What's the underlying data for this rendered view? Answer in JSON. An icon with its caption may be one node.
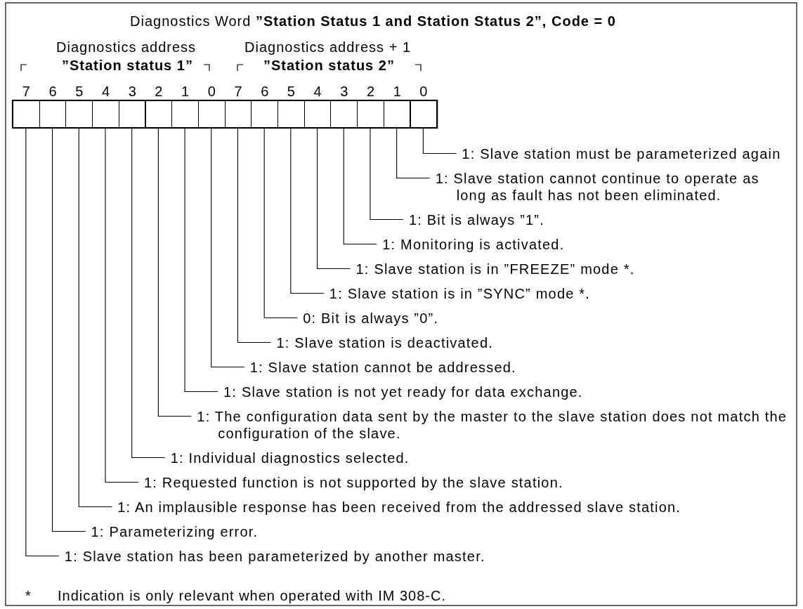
{
  "diagram": {
    "title": "Diagnostics Word **”Station Status 1 and Station Status 2”, Code = 0**",
    "nodes": [
      {
        "text": [],
        "shape": "box"
      },
      {
        "text": [],
        "shape": "box"
      },
      {
        "text": [],
        "shape": "box"
      },
      {
        "text": [],
        "shape": "box"
      },
      {
        "text": [],
        "shape": "box"
      },
      {
        "text": [],
        "shape": "box"
      },
      {
        "text": [],
        "shape": "box"
      },
      {
        "text": [],
        "shape": "box"
      },
      {
        "text": [],
        "shape": "box"
      },
      {
        "text": [],
        "shape": "box"
      },
      {
        "text": [],
        "shape": "box"
      },
      {
        "text": [],
        "shape": "box"
      },
      {
        "text": [],
        "shape": "box"
      },
      {
        "text": [],
        "shape": "box"
      },
      {
        "text": [],
        "shape": "box"
      },
      {
        "text": [],
        "shape": "box"
      },
      {
        "text": [
          "1: Slave station must be parameterized again"
        ]
      },
      {
        "text": [
          "1: Slave station cannot continue to operate as long as fault has not been eliminated."
        ]
      },
      {
        "text": [
          "1: Bit is always ”1”."
        ]
      },
      {
        "text": [
          "1: Monitoring is activated."
        ]
      },
      {
        "text": [
          "1: Slave station is in ”FREEZE” mode *."
        ]
      },
      {
        "text": [
          "1: Slave station is in ”SYNC” mode *."
        ]
      },
      {
        "text": [
          "0: Bit is always ”0”."
        ]
      },
      {
        "text": [
          "1: Slave station is deactivated."
        ]
      },
      {
        "text": [
          "1: Slave station cannot be addressed."
        ]
      },
      {
        "text": [
          "1: Slave station is not yet ready for data exchange."
        ]
      },
      {
        "text": [
          "1: The configuration data sent by the master to the slave station does not match the configuration of the slave."
        ]
      },
      {
        "text": [
          "1: Individual diagnostics selected."
        ]
      },
      {
        "text": [
          "1: Requested function is not supported by the slave station."
        ]
      },
      {
        "text": [
          "1: An implausible response has been received from the addressed slave station."
        ]
      },
      {
        "text": [
          "1: Parameterizing error."
        ]
      },
      {
        "text": [
          "1: Slave station has been parameterized by another master."
        ]
      }
    ],
    "edges": [
      {
        "from": 16,
        "to": 15,
        "arrow": "none"
      },
      {
        "from": 17,
        "to": 14,
        "arrow": "none"
      },
      {
        "from": 18,
        "to": 13,
        "arrow": "none"
      },
      {
        "from": 19,
        "to": 12,
        "arrow": "none"
      },
      {
        "from": 20,
        "to": 11,
        "arrow": "none"
      },
      {
        "from": 21,
        "to": 10,
        "arrow": "none"
      },
      {
        "from": 22,
        "to": 9,
        "arrow": "none"
      },
      {
        "from": 23,
        "to": 8,
        "arrow": "none"
      },
      {
        "from": 24,
        "to": 7,
        "arrow": "none"
      },
      {
        "from": 25,
        "to": 6,
        "arrow": "none"
      },
      {
        "from": 26,
        "to": 5,
        "arrow": "none"
      },
      {
        "from": 27,
        "to": 4,
        "arrow": "none"
      },
      {
        "from": 28,
        "to": 3,
        "arrow": "none"
      },
      {
        "from": 29,
        "to": 2,
        "arrow": "none"
      },
      {
        "from": 30,
        "to": 1,
        "arrow": "none"
      },
      {
        "from": 31,
        "to": 0,
        "arrow": "none"
      }
    ],
    "labels": [
      "Diagnostics address",
      "”Station status 1”",
      "Diagnostics address + 1",
      "”Station status 2”",
      "7",
      "6",
      "5",
      "4",
      "3",
      "2",
      "1",
      "0",
      "7",
      "6",
      "5",
      "4",
      "3",
      "2",
      "1",
      "0",
      "*",
      "Indication is only relevant when operated with IM 308-C."
    ]
  }
}
